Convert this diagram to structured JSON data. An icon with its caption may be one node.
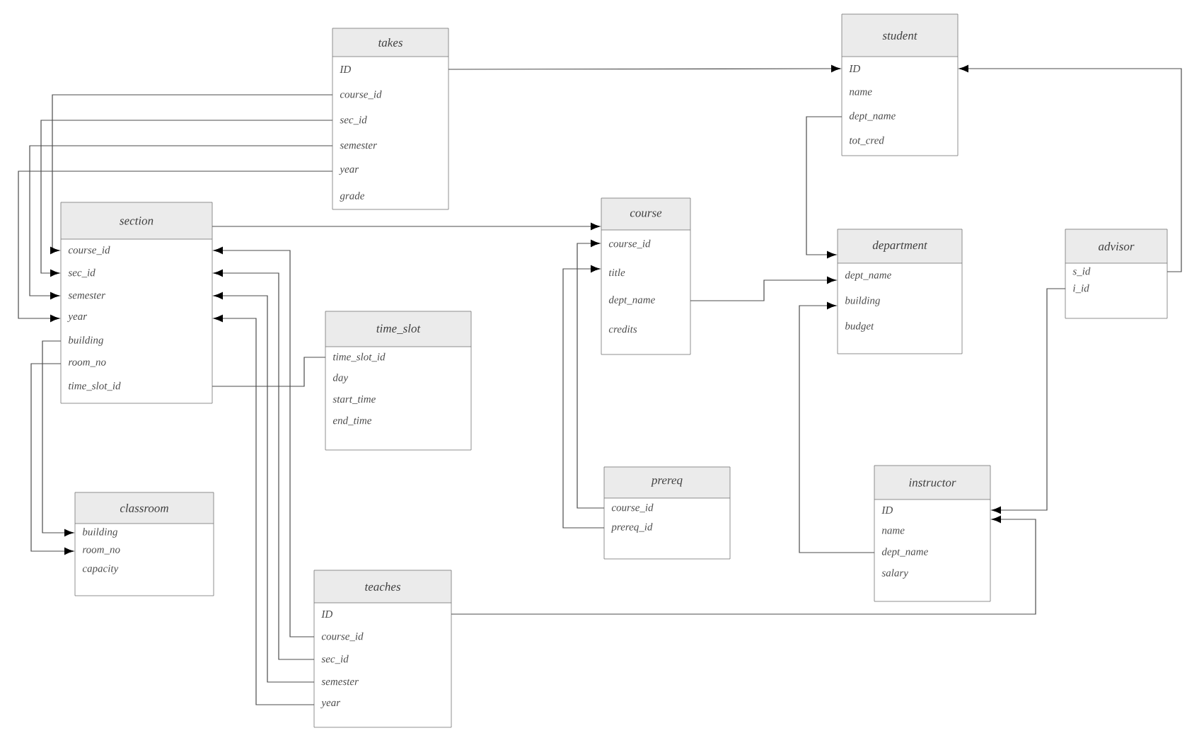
{
  "diagram": {
    "nodes": [
      {
        "text": [
          "takes",
          "ID",
          "course_id",
          "sec_id",
          "semester",
          "year",
          "grade"
        ]
      },
      {
        "text": [
          "student",
          "ID",
          "name",
          "dept_name",
          "tot_cred"
        ]
      },
      {
        "text": [
          "section",
          "course_id",
          "sec_id",
          "semester",
          "year",
          "building",
          "room_no",
          "time_slot_id"
        ]
      },
      {
        "text": [
          "course",
          "course_id",
          "title",
          "dept_name",
          "credits"
        ]
      },
      {
        "text": [
          "department",
          "dept_name",
          "building",
          "budget"
        ]
      },
      {
        "text": [
          "advisor",
          "s_id",
          "i_id"
        ]
      },
      {
        "text": [
          "time_slot",
          "time_slot_id",
          "day",
          "start_time",
          "end_time"
        ]
      },
      {
        "text": [
          "classroom",
          "building",
          "room_no",
          "capacity"
        ]
      },
      {
        "text": [
          "prereq",
          "course_id",
          "prereq_id"
        ]
      },
      {
        "text": [
          "instructor",
          "ID",
          "name",
          "dept_name",
          "salary"
        ]
      },
      {
        "text": [
          "teaches",
          "ID",
          "course_id",
          "sec_id",
          "semester",
          "year"
        ]
      }
    ],
    "edges": [
      {
        "from": 0,
        "to": 1,
        "arrow": "to"
      },
      {
        "from": 0,
        "to": 2,
        "arrow": "to"
      },
      {
        "from": 0,
        "to": 2,
        "arrow": "to"
      },
      {
        "from": 0,
        "to": 2,
        "arrow": "to"
      },
      {
        "from": 0,
        "to": 2,
        "arrow": "to"
      },
      {
        "from": 2,
        "to": 3,
        "arrow": "to"
      },
      {
        "from": 10,
        "to": 2,
        "arrow": "to"
      },
      {
        "from": 10,
        "to": 2,
        "arrow": "to"
      },
      {
        "from": 10,
        "to": 2,
        "arrow": "to"
      },
      {
        "from": 10,
        "to": 2,
        "arrow": "to"
      },
      {
        "from": 2,
        "to": 6,
        "arrow": "none"
      },
      {
        "from": 2,
        "to": 7,
        "arrow": "to"
      },
      {
        "from": 2,
        "to": 7,
        "arrow": "to"
      },
      {
        "from": 3,
        "to": 4,
        "arrow": "to"
      },
      {
        "from": 1,
        "to": 4,
        "arrow": "to"
      },
      {
        "from": 9,
        "to": 4,
        "arrow": "to"
      },
      {
        "from": 5,
        "to": 1,
        "arrow": "to"
      },
      {
        "from": 5,
        "to": 9,
        "arrow": "to"
      },
      {
        "from": 10,
        "to": 9,
        "arrow": "to"
      },
      {
        "from": 8,
        "to": 3,
        "arrow": "to"
      },
      {
        "from": 8,
        "to": 3,
        "arrow": "to"
      }
    ]
  }
}
